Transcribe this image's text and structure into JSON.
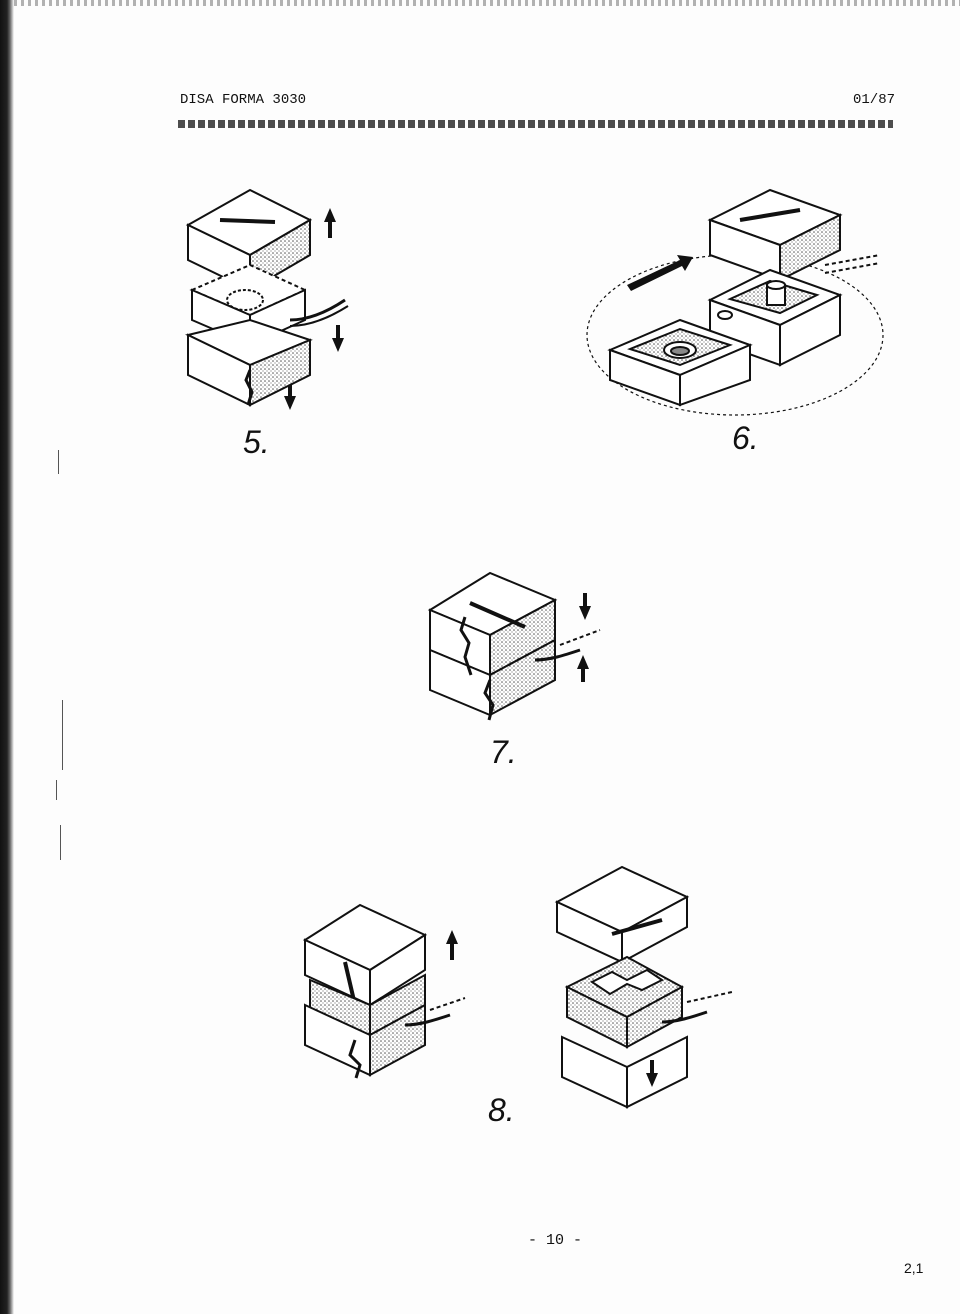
{
  "header": {
    "title": "DISA FORMA 3030",
    "date": "01/87"
  },
  "figures": [
    {
      "label": "5."
    },
    {
      "label": "6."
    },
    {
      "label": "7."
    },
    {
      "label": "8."
    }
  ],
  "footer": {
    "page_number": "- 10 -",
    "corner_code": "2,1"
  }
}
